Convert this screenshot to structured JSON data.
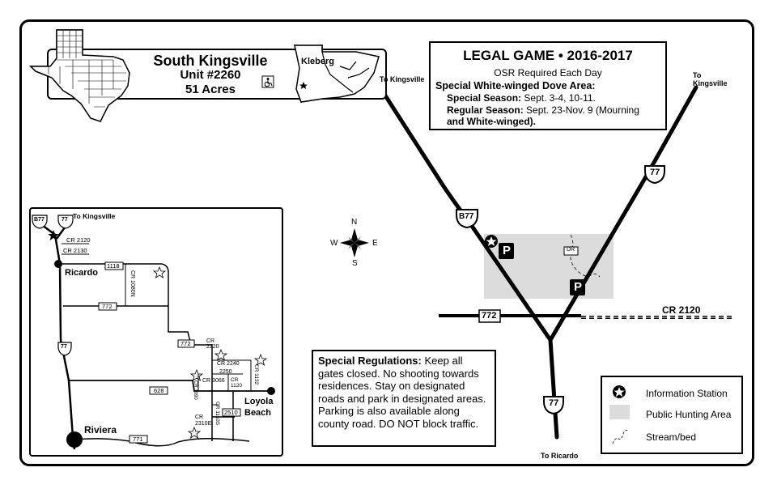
{
  "title": {
    "name": "South Kingsville",
    "unit": "Unit #2260",
    "acres": "51 Acres",
    "county": "Kleberg",
    "accessibility_icon": "wheelchair-icon"
  },
  "legal_game": {
    "heading": "LEGAL GAME • 2016-2017",
    "osr": "OSR Required Each Day",
    "area_heading": "Special White-winged Dove Area:",
    "special_label": "Special Season:",
    "special_dates": "Sept. 3-4, 10-11.",
    "regular_label": "Regular Season:",
    "regular_dates_1": "Sept. 23-Nov. 9 (Mourning",
    "regular_dates_2": "and White-winged)."
  },
  "regulations": {
    "heading": "Special Regulations:",
    "text": "Keep all gates closed. No shooting towards residences. Stay on designated roads and park in designated areas.  Parking is also available along county road. DO NOT block traffic."
  },
  "legend": {
    "info_station": "Information Station",
    "hunting_area": "Public Hunting Area",
    "stream": "Stream/bed"
  },
  "compass": {
    "n": "N",
    "s": "S",
    "e": "E",
    "w": "W"
  },
  "main_map": {
    "to_kingsville_left": "To Kingsville",
    "to_kingsville_right": "To Kingsville",
    "to_ricardo": "To Ricardo",
    "hwy_b77": "B77",
    "hwy_77_top": "77",
    "hwy_77_bottom": "77",
    "road_772": "772",
    "road_cr2120": "CR 2120",
    "stream_tag": "DR",
    "parking": "P"
  },
  "inset_map": {
    "to_kingsville": "To Kingsville",
    "b77": "B77",
    "hwy77_top": "77",
    "hwy77_mid": "77",
    "cr2120": "CR 2120",
    "cr2130": "CR 2130",
    "ricardo": "Ricardo",
    "r1118": "1118",
    "cr1080n": "CR 1080N",
    "r772a": "772",
    "r772b": "772",
    "cr2220": "CR 2220",
    "cr2240": "CR 2240",
    "r2250": "2250",
    "cr3066": "CR 3066",
    "cr1120": "CR 1120",
    "cr1132": "CR 1132",
    "cr1090": "CR 1090",
    "r628": "628",
    "loyola": "Loyola",
    "beach": "Beach",
    "cr1110s": "CR 1110S",
    "r2510": "2510",
    "cr2310e": "CR 2310E",
    "riviera": "Riviera",
    "r771": "771"
  }
}
